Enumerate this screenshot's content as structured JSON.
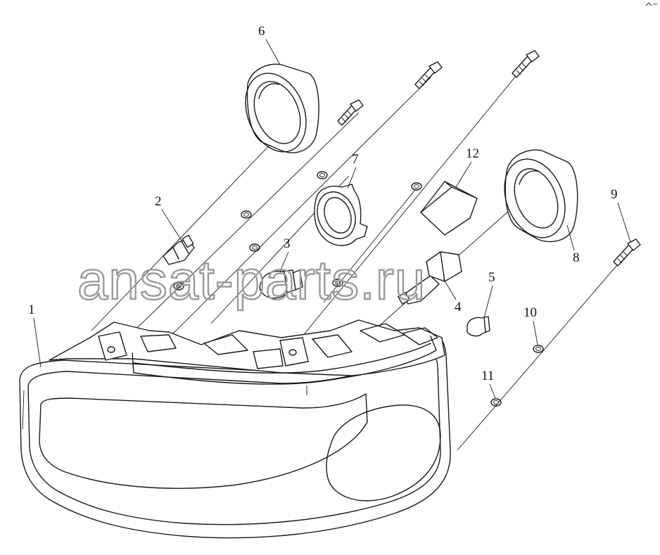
{
  "diagram": {
    "watermark": "ansat-parts.ru",
    "callouts": [
      {
        "id": "1",
        "label": "1"
      },
      {
        "id": "2",
        "label": "2"
      },
      {
        "id": "3",
        "label": "3"
      },
      {
        "id": "4",
        "label": "4"
      },
      {
        "id": "5",
        "label": "5"
      },
      {
        "id": "6",
        "label": "6"
      },
      {
        "id": "7",
        "label": "7"
      },
      {
        "id": "8",
        "label": "8"
      },
      {
        "id": "9",
        "label": "9"
      },
      {
        "id": "10",
        "label": "10"
      },
      {
        "id": "11",
        "label": "11"
      },
      {
        "id": "12",
        "label": "12"
      }
    ]
  }
}
